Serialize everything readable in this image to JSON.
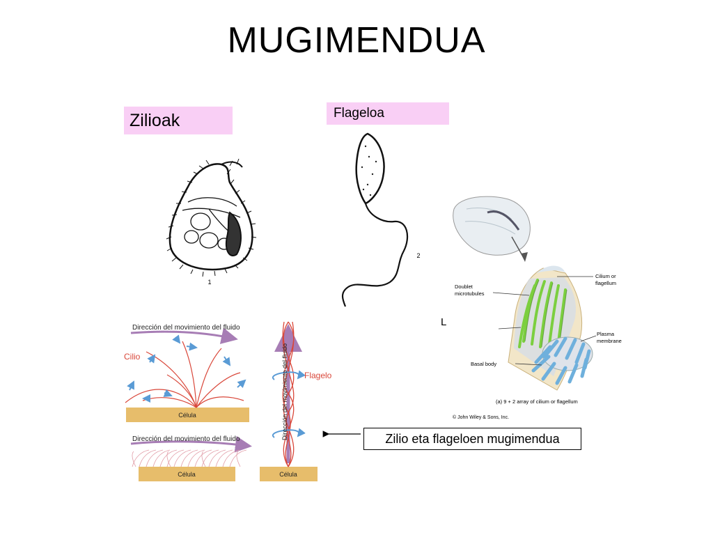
{
  "slide": {
    "title": "MUGIMENDUA",
    "label_cilia": "Zilioak",
    "label_flagella": "Flageloa",
    "caption": "Zilio eta flageloen mugimendua"
  },
  "figure_ciliate": {
    "number": "1"
  },
  "figure_flagellate": {
    "number": "2"
  },
  "figure_structure": {
    "letter": "L",
    "cilium_or_flagellum": [
      "Cilium or",
      "flagellum"
    ],
    "doublet_microtubules": [
      "Doublet",
      "microtubules"
    ],
    "plasma_membrane": [
      "Plasma",
      "membrane"
    ],
    "basal_body": "Basal body",
    "array_caption": "(a) 9 + 2 array of cilium or flagellum",
    "copyright": "© John Wiley & Sons, Inc."
  },
  "figure_motion": {
    "fluid_direction": "Dirección del movimiento del fluido",
    "fluid_direction_vertical": "Dirección del movimiento del fluido",
    "cilio": "Cilio",
    "flagelo": "Flagelo",
    "celula": "Célula"
  },
  "colors": {
    "pink_label": "#f9cff5",
    "cell_tan": "#e7bd6b",
    "strand_red": "#d9473a",
    "arrow_purple": "#a77db5",
    "arrow_blue": "#5a9bd5",
    "microtubule_green": "#7ccf3f"
  }
}
